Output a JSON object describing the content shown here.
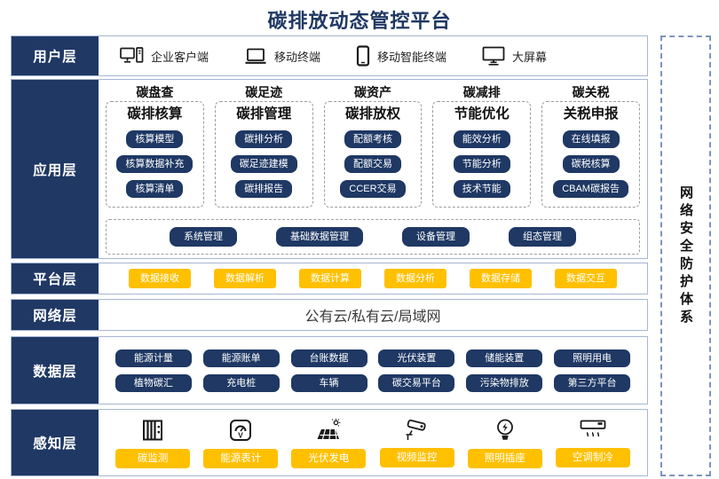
{
  "title": "碳排放动态管控平台",
  "sidebar": {
    "text": "网络安全防护体系"
  },
  "colors": {
    "navy": "#1F3864",
    "accent_yellow": "#FFC000",
    "row_border": "#A7B6D3",
    "dashed_border": "#9C9C9C"
  },
  "layers": {
    "user": {
      "label": "用户层",
      "items": [
        {
          "icon": "desktop-pc-icon",
          "label": "企业客户端"
        },
        {
          "icon": "laptop-icon",
          "label": "移动终端"
        },
        {
          "icon": "smartphone-icon",
          "label": "移动智能终端"
        },
        {
          "icon": "large-screen-icon",
          "label": "大屏幕"
        }
      ]
    },
    "application": {
      "label": "应用层",
      "groups": [
        {
          "header": "碳盘查",
          "title": "碳排核算",
          "items": [
            "核算模型",
            "核算数据补充",
            "核算清单"
          ]
        },
        {
          "header": "碳足迹",
          "title": "碳排管理",
          "items": [
            "碳排分析",
            "碳足迹建模",
            "碳排报告"
          ]
        },
        {
          "header": "碳资产",
          "title": "碳排放权",
          "items": [
            "配额考核",
            "配额交易",
            "CCER交易"
          ]
        },
        {
          "header": "碳减排",
          "title": "节能优化",
          "items": [
            "能效分析",
            "节能分析",
            "技术节能"
          ]
        },
        {
          "header": "碳关税",
          "title": "关税申报",
          "items": [
            "在线填报",
            "碳税核算",
            "CBAM碳报告"
          ]
        }
      ],
      "management": [
        "系统管理",
        "基础数据管理",
        "设备管理",
        "组态管理"
      ]
    },
    "platform": {
      "label": "平台层",
      "items": [
        "数据接收",
        "数据解析",
        "数据计算",
        "数据分析",
        "数据存储",
        "数据交互"
      ]
    },
    "network": {
      "label": "网络层",
      "text": "公有云/私有云/局域网"
    },
    "data": {
      "label": "数据层",
      "rows": [
        [
          "能源计量",
          "能源账单",
          "台账数据",
          "光伏装置",
          "储能装置",
          "照明用电"
        ],
        [
          "植物碳汇",
          "充电桩",
          "车辆",
          "碳交易平台",
          "污染物排放",
          "第三方平台"
        ]
      ]
    },
    "perception": {
      "label": "感知层",
      "items": [
        {
          "icon": "carbon-monitor-icon",
          "label": "碳监测"
        },
        {
          "icon": "energy-meter-icon",
          "label": "能源表计"
        },
        {
          "icon": "solar-panel-icon",
          "label": "光伏发电"
        },
        {
          "icon": "cctv-camera-icon",
          "label": "视频监控"
        },
        {
          "icon": "light-socket-icon",
          "label": "照明插座"
        },
        {
          "icon": "air-conditioner-icon",
          "label": "空调制冷"
        }
      ]
    }
  }
}
